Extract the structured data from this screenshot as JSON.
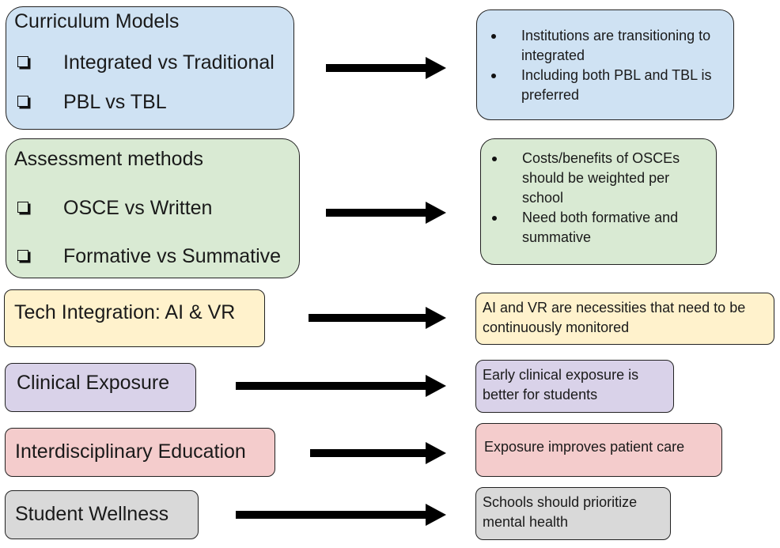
{
  "rows": [
    {
      "title": "Curriculum Models",
      "items": [
        "Integrated vs Traditional",
        "PBL vs TBL"
      ],
      "notes": [
        "Institutions are transitioning to integrated",
        "Including both PBL and TBL is preferred"
      ],
      "color": "#cfe2f3"
    },
    {
      "title": "Assessment methods",
      "items": [
        "OSCE vs Written",
        "Formative vs Summative"
      ],
      "notes": [
        "Costs/benefits of OSCEs should be weighted per school",
        "Need both formative and summative"
      ],
      "color": "#d9ead3"
    },
    {
      "title": "Tech Integration: AI & VR",
      "note": "AI and VR are necessities that need to be continuously monitored",
      "color": "#fff2cc"
    },
    {
      "title": "Clinical Exposure",
      "note": "Early clinical exposure is better for students",
      "color": "#d9d2e9"
    },
    {
      "title": "Interdisciplinary Education",
      "note": "Exposure improves patient care",
      "color": "#f4cccc"
    },
    {
      "title": "Student Wellness",
      "note": "Schools should prioritize mental health",
      "color": "#d9d9d9"
    }
  ]
}
